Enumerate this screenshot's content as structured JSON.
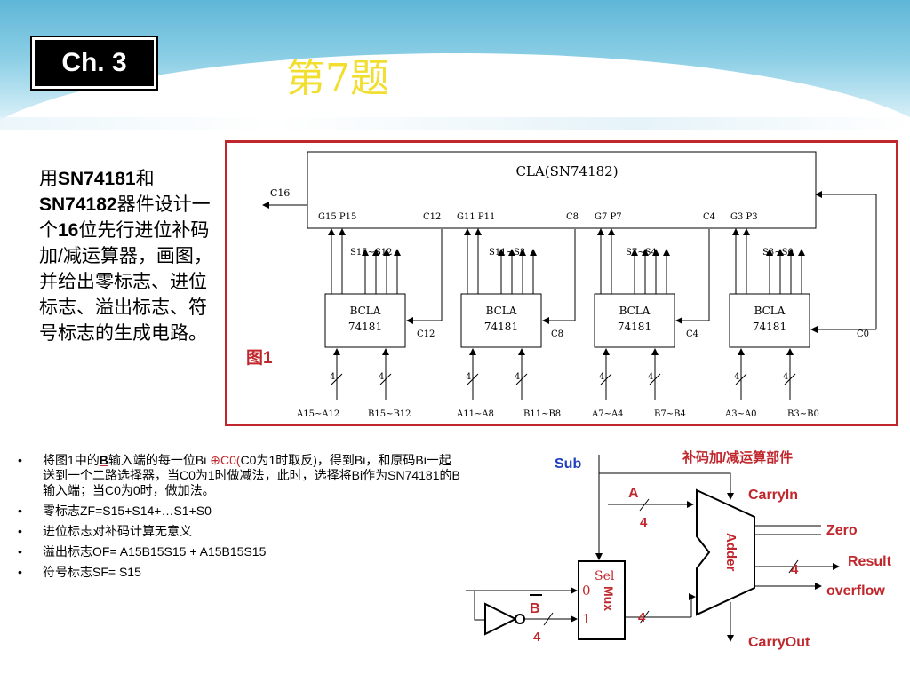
{
  "header": {
    "chapter": "Ch. 3",
    "title": "第7题"
  },
  "intro": {
    "p1": "用",
    "b1": "SN74181",
    "p2": "和",
    "b2": "SN74182",
    "p3": "器件设计一个",
    "b3": "16",
    "p4": "位先行进位补码加/减运算器，画图，并给出零标志、进位标志、溢出标志、符号标志的生成电路。"
  },
  "figure1": {
    "label": "图1",
    "cla": "CLA(SN74182)",
    "c16": "C16",
    "gp": [
      "G15 P15",
      "G11 P11",
      "G7 P7",
      "G3 P3"
    ],
    "cin": [
      "C12",
      "C8",
      "C4"
    ],
    "s": [
      "S15~S12",
      "S11~S8",
      "S7~S4",
      "S3~S0"
    ],
    "bcla_line1": "BCLA",
    "bcla_line2": "74181",
    "carry": [
      "C12",
      "C8",
      "C4",
      "C0"
    ],
    "bus": "4",
    "a": [
      "A15~A12",
      "A11~A8",
      "A7~A4",
      "A3~A0"
    ],
    "b": [
      "B15~B12",
      "B11~B8",
      "B7~B4",
      "B3~B0"
    ]
  },
  "bullets": [
    {
      "parts": [
        "将图1中的",
        "B",
        "输入端的每一位Bi ",
        "⊕C0(",
        "C0为1时取反)，得到Bi，和原码Bi一起送到一个二路选择器，当C0为1时做减法，此时，选择将Bi作为SN74181的B输入端；当C0为0时，做加法。"
      ]
    },
    {
      "text": "零标志ZF=S15+S14+…S1+S0"
    },
    {
      "text": "进位标志对补码计算无意义"
    },
    {
      "text": "溢出标志OF= A15B15S15 + A15B15S15"
    },
    {
      "text": "符号标志SF= S15"
    }
  ],
  "circuit": {
    "title": "补码加/减运算部件",
    "sub": "Sub",
    "a": "A",
    "carryin": "CarryIn",
    "zero": "Zero",
    "result": "Result",
    "overflow": "overflow",
    "carryout": "CarryOut",
    "adder": "Adder",
    "b": "B",
    "bbar": "B",
    "sel": "Sel",
    "mux": "Mux",
    "zero_in": "0",
    "one_in": "1",
    "bus": "4"
  },
  "colors": {
    "accent": "#c0272d",
    "title": "#f2de2e",
    "circuit_blue": "#1f3fbf",
    "circuit_red": "#c0272d"
  }
}
